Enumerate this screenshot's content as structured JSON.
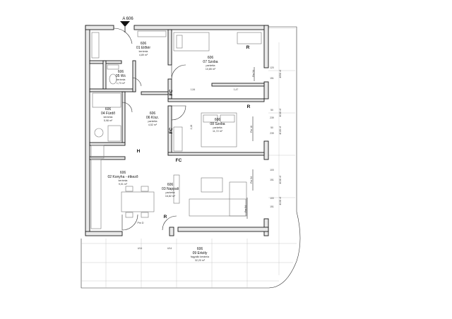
{
  "apartment_marker": "A 606",
  "rooms": [
    {
      "id": "606",
      "name": "01 Előtér",
      "floor": "kerámia",
      "area": "4,89 m²"
    },
    {
      "id": "606",
      "name": "07 Szoba",
      "floor": "parketta",
      "area": "10,85 m²"
    },
    {
      "id": "606",
      "name": "05 Wc",
      "floor": "kerámia",
      "area": "1,73 m²"
    },
    {
      "id": "606",
      "name": "04 Fürdő",
      "floor": "kerámia",
      "area": "5,98 m²"
    },
    {
      "id": "606",
      "name": "06 Kísz.",
      "floor": "parketta",
      "area": "4,52 m²"
    },
    {
      "id": "606",
      "name": "08 Szoba",
      "floor": "parketta",
      "area": "11,72 m²"
    },
    {
      "id": "606",
      "name": "02 Konyha - étkező",
      "floor": "kerámia",
      "area": "9,01 m²"
    },
    {
      "id": "606",
      "name": "03 Nappali",
      "floor": "parketta",
      "area": "16,82 m²"
    },
    {
      "id": "606",
      "name": "09 Erkély",
      "floor": "fagyálló kerámia",
      "area": "32,20 m²"
    }
  ],
  "markers": {
    "fc": "FC",
    "h": "H",
    "r": "R",
    "pm": "Pm D"
  },
  "dims": {
    "d120": "120",
    "d151": "151",
    "d50": "50",
    "d239": "239",
    "d100": "100",
    "d154": "1,54",
    "d147": "1,47",
    "d218": "2,18",
    "d414": "4/14",
    "side1": "4/5/8 nf",
    "side2": "4/1/8 nf",
    "side3": "4/1/8 nf",
    "side4": "4/1/8 nf",
    "pm54": "Pm 54",
    "pm18": "Pm 18"
  }
}
